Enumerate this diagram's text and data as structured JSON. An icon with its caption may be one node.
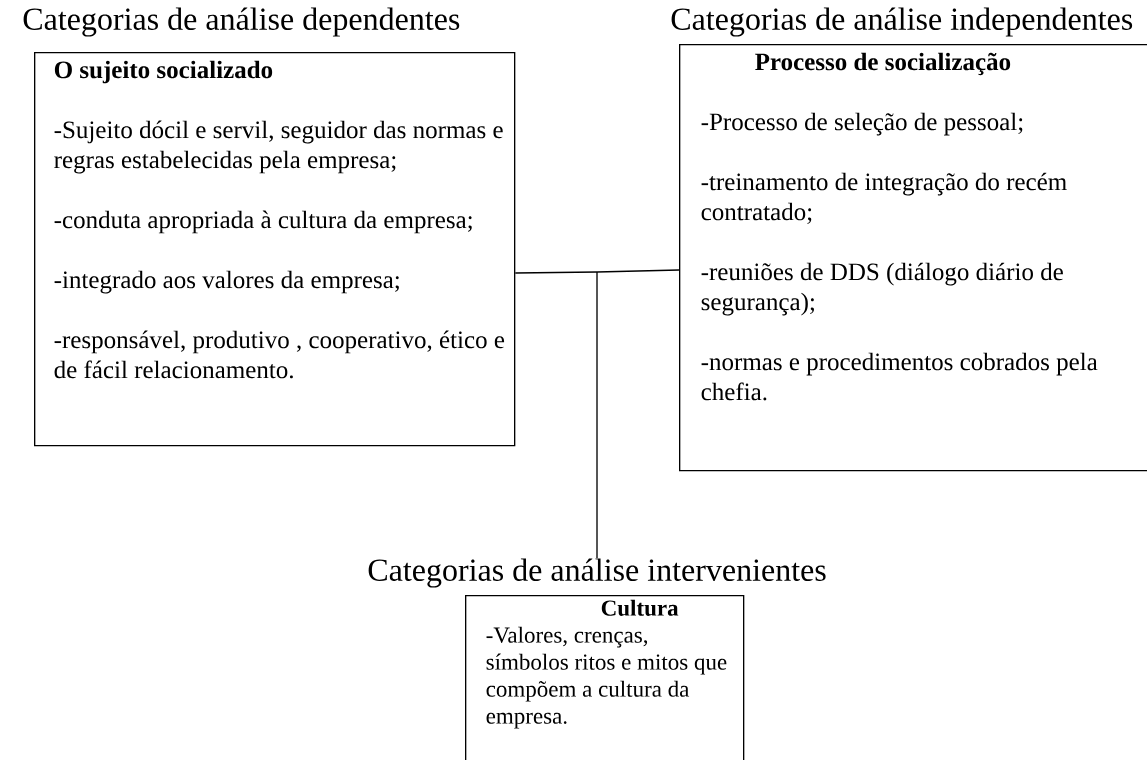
{
  "diagram": {
    "nodes": [
      {
        "text": [
          "Categorias de análise dependentes",
          "O sujeito socializado",
          "-Sujeito dócil e servil, seguidor das normas e regras estabelecidas pela empresa;",
          "-conduta apropriada à cultura da empresa;",
          "-integrado aos valores da empresa;",
          "-responsável, produtivo , cooperativo, ético e de fácil relacionamento."
        ]
      },
      {
        "text": [
          "Categorias de análise independentes",
          "Processo de socialização",
          "-Processo de seleção de pessoal;",
          "-treinamento de integração do recém contratado;",
          "-reuniões de DDS (diálogo diário de segurança);",
          "-normas e procedimentos cobrados pela chefia."
        ]
      },
      {
        "text": [
          "Categorias de análise intervenientes",
          "Cultura",
          "-Valores, crenças, símbolos ritos e mitos que compõem a cultura da empresa."
        ]
      }
    ],
    "edges": [
      {
        "from": 0,
        "to": 2,
        "arrow": "none"
      },
      {
        "from": 1,
        "to": 2,
        "arrow": "none"
      }
    ]
  }
}
